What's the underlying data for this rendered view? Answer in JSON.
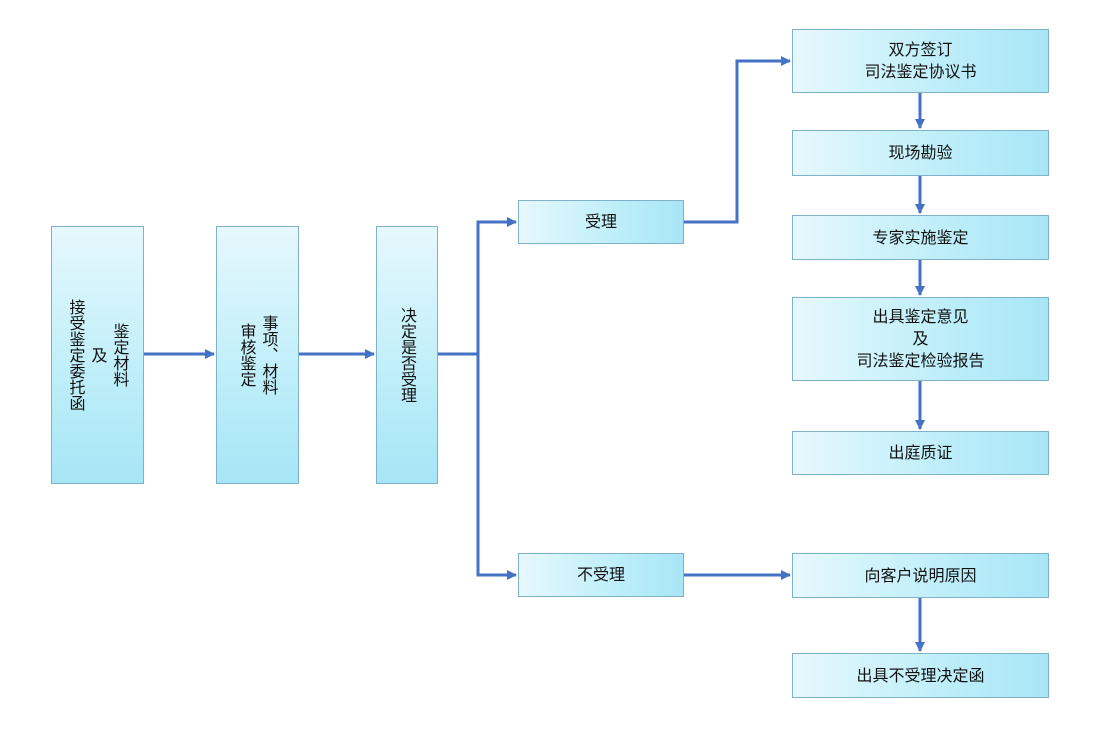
{
  "nodes": {
    "receive": {
      "lines": [
        "鉴定材料",
        "及",
        "接受鉴定委托函"
      ]
    },
    "review": {
      "lines": [
        "事项、材料",
        "审核鉴定"
      ]
    },
    "decide": {
      "lines": [
        "决定是否受理"
      ]
    },
    "accept": {
      "lines": [
        "受理"
      ]
    },
    "reject": {
      "lines": [
        "不受理"
      ]
    },
    "sign": {
      "lines": [
        "双方签订",
        "司法鉴定协议书"
      ]
    },
    "survey": {
      "lines": [
        "现场勘验"
      ]
    },
    "expert": {
      "lines": [
        "专家实施鉴定"
      ]
    },
    "opinion": {
      "lines": [
        "出具鉴定意见",
        "及",
        "司法鉴定检验报告"
      ]
    },
    "court": {
      "lines": [
        "出庭质证"
      ]
    },
    "explain": {
      "lines": [
        "向客户说明原因"
      ]
    },
    "reject_letter": {
      "lines": [
        "出具不受理决定函"
      ]
    }
  },
  "colors": {
    "arrow": "#4472c4",
    "box_border": "#7fb2c9",
    "box_fill_light": "#e6f8fd",
    "box_fill_dark": "#a8e6f6"
  }
}
